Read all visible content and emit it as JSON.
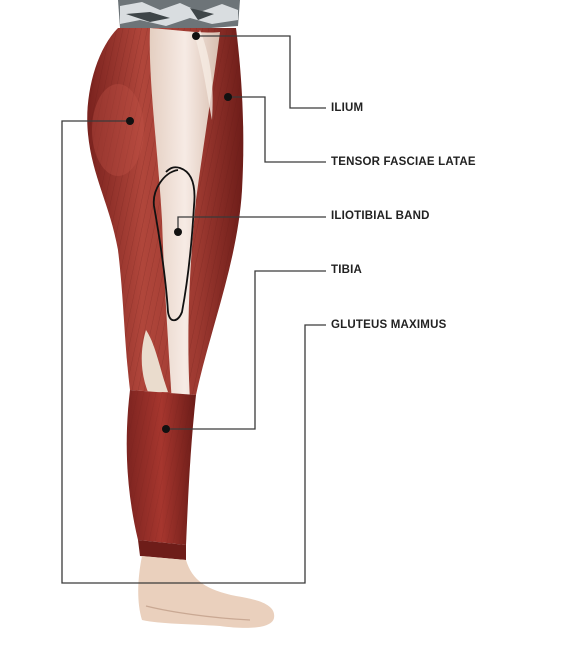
{
  "labels": {
    "ilium": "ILIUM",
    "tensor_fasciae_latae": "TENSOR FASCIAE LATAE",
    "iliotibial_band": "ILIOTIBIAL BAND",
    "tibia": "TIBIA",
    "gluteus_maximus": "GLUTEUS MAXIMUS"
  },
  "colors": {
    "muscle": "#a8372f",
    "muscle_dark": "#7d2420",
    "tendon": "#f1e6dc",
    "skin": "#ead0bd",
    "leader_line": "#3a3a3a",
    "label_text": "#222222"
  }
}
